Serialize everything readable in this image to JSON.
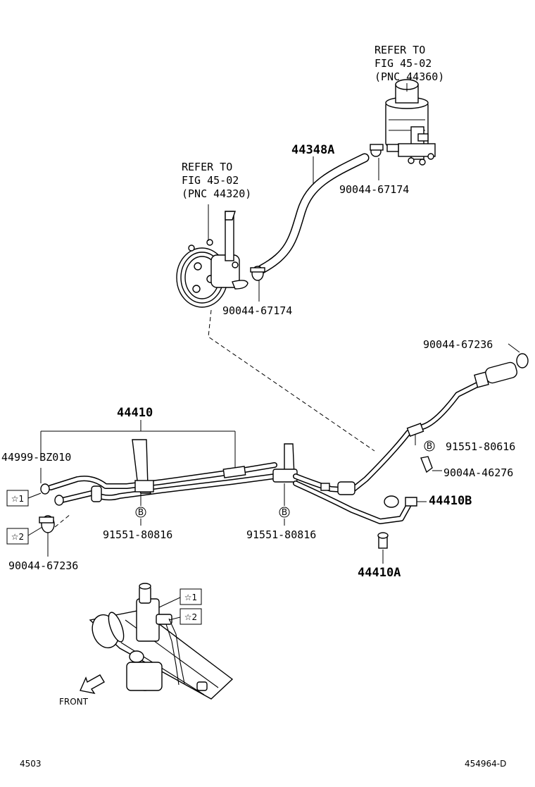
{
  "refs": {
    "reservoir": [
      "REFER TO",
      "FIG 45-02",
      "(PNC 44360)"
    ],
    "pump": [
      "REFER TO",
      "FIG 45-02",
      "(PNC 44320)"
    ]
  },
  "parts": {
    "return_hose": "44348A",
    "clamp_upper": "90044-67174",
    "clamp_pump": "90044-67174",
    "clamp_right": "90044-67236",
    "tube_assy": "44410",
    "union": "44999-BZ010",
    "clamp_left": "90044-67236",
    "bolt_right": "91551-80616",
    "clip_right": "9004A-46276",
    "bolt_left": "91551-80816",
    "bolt_mid": "91551-80816",
    "tube_b": "44410B",
    "tube_a": "44410A"
  },
  "markers": {
    "star1": "☆1",
    "star2": "☆2",
    "circle_b": "B"
  },
  "front_label": "FRONT",
  "footer": {
    "fig_code": "4503",
    "drawing_no": "454964-D"
  }
}
